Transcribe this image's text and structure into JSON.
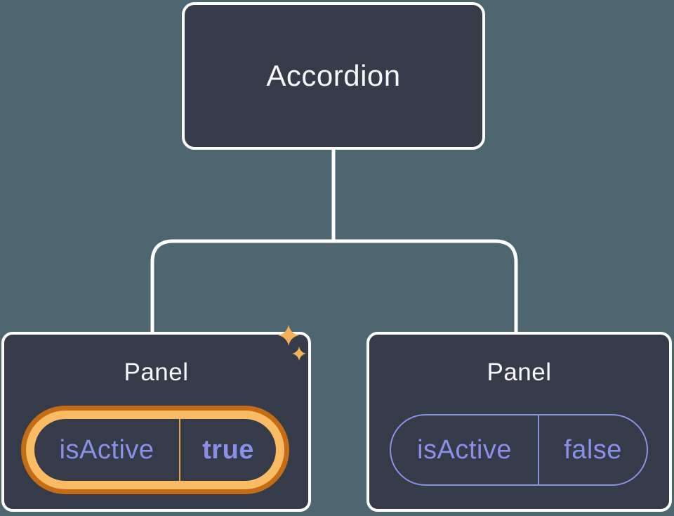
{
  "tree": {
    "root": {
      "label": "Accordion"
    },
    "children": [
      {
        "label": "Panel",
        "state": {
          "key": "isActive",
          "value": "true"
        },
        "highlighted": true
      },
      {
        "label": "Panel",
        "state": {
          "key": "isActive",
          "value": "false"
        },
        "highlighted": false
      }
    ]
  },
  "icons": {
    "sparkles": "two four-point stars marking the active panel"
  },
  "colors": {
    "background": "#4d6670",
    "node_fill": "#353b48",
    "node_border": "#ffffff",
    "node_text": "#f6f7f9",
    "connector": "#ffffff",
    "state_text": "#8a90e8",
    "state_border": "#8a90e8",
    "highlight_ring_outer": "#c56d16",
    "highlight_ring_inner": "#f9bc64",
    "highlight_divider": "#e8a33d",
    "sparkle": "#f3b258"
  }
}
